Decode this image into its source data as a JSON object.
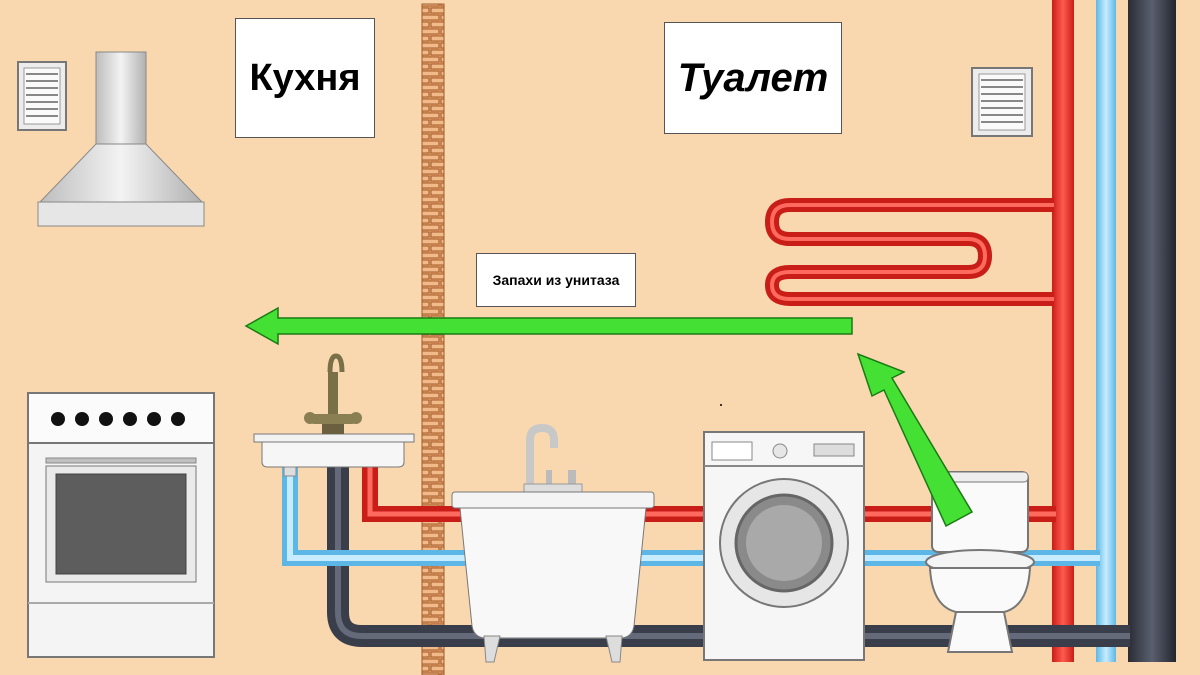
{
  "labels": {
    "kitchen": "Кухня",
    "toilet": "Туалет",
    "smell_note": "Запахи из унитаза"
  },
  "colors": {
    "wall": "#f9d8b0",
    "hot_pipe": "#e8322a",
    "cold_pipe": "#8fd4f5",
    "sewer_pipe": "#3a3e4a",
    "arrow": "#44e034",
    "brick": "#d9824a"
  },
  "icons": [
    "vent-grille-icon",
    "range-hood-icon",
    "stove-icon",
    "sink-icon",
    "faucet-icon",
    "bathtub-icon",
    "washing-machine-icon",
    "toilet-icon",
    "towel-warmer-icon",
    "brick-wall-icon",
    "airflow-arrow-icon"
  ]
}
